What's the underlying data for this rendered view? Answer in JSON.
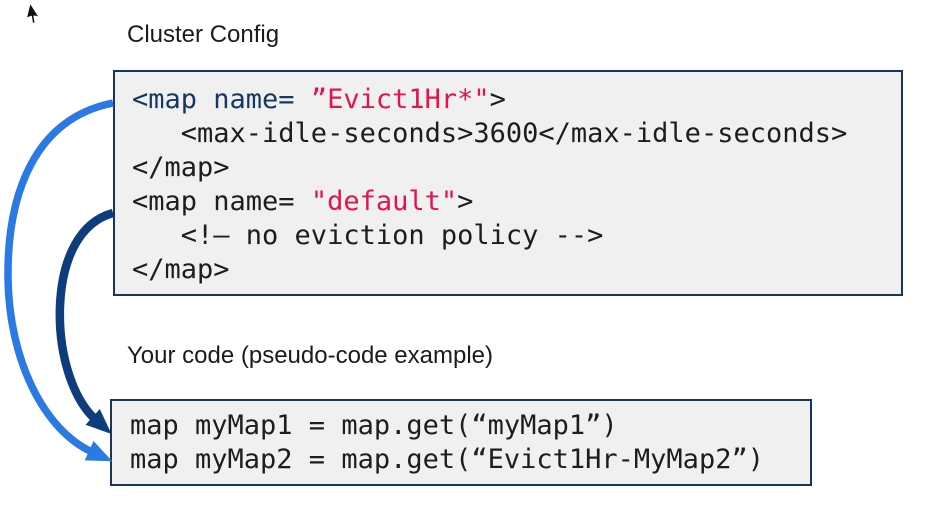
{
  "page": {
    "cluster_config_label": "Cluster Config",
    "your_code_label": "Your code (pseudo-code example)"
  },
  "colors": {
    "arrow_blue": "#2b79e2",
    "arrow_navy": "#0d3d7c",
    "box_border": "#17365d",
    "box_background": "#f0f0f1",
    "code_navy": "#163760",
    "code_red": "#e3134b",
    "code_dark": "#1d1d1d"
  },
  "icons": {
    "cursor": "mouse-pointer-icon"
  },
  "config_box": {
    "lines": [
      {
        "segments": [
          {
            "t": "<map name= ",
            "c": "navy"
          },
          {
            "t": "”Evict1Hr*\"",
            "c": "red"
          },
          {
            "t": ">",
            "c": "dark"
          }
        ]
      },
      {
        "segments": [
          {
            "t": "   <max-idle-seconds>3600</max-idle-seconds>",
            "c": "dark"
          }
        ]
      },
      {
        "segments": [
          {
            "t": "</map>",
            "c": "dark"
          }
        ]
      },
      {
        "segments": [
          {
            "t": "<map name= ",
            "c": "dark"
          },
          {
            "t": "\"default\"",
            "c": "red"
          },
          {
            "t": ">",
            "c": "dark"
          }
        ]
      },
      {
        "segments": [
          {
            "t": "   <!– no eviction policy -->",
            "c": "dark"
          }
        ]
      },
      {
        "segments": [
          {
            "t": "</map>",
            "c": "dark"
          }
        ]
      }
    ]
  },
  "user_code_box": {
    "lines": [
      {
        "segments": [
          {
            "t": "map myMap1 = map.get(“myMap1”)",
            "c": "dark"
          }
        ]
      },
      {
        "segments": [
          {
            "t": "map myMap2 = map.get(“Evict1Hr-MyMap2”)",
            "c": "dark"
          }
        ]
      }
    ]
  },
  "arrows": {
    "evict_map_to_mymap2": {
      "color": "#2b79e2"
    },
    "default_map_to_mymap1": {
      "color": "#0d3d7c"
    }
  }
}
